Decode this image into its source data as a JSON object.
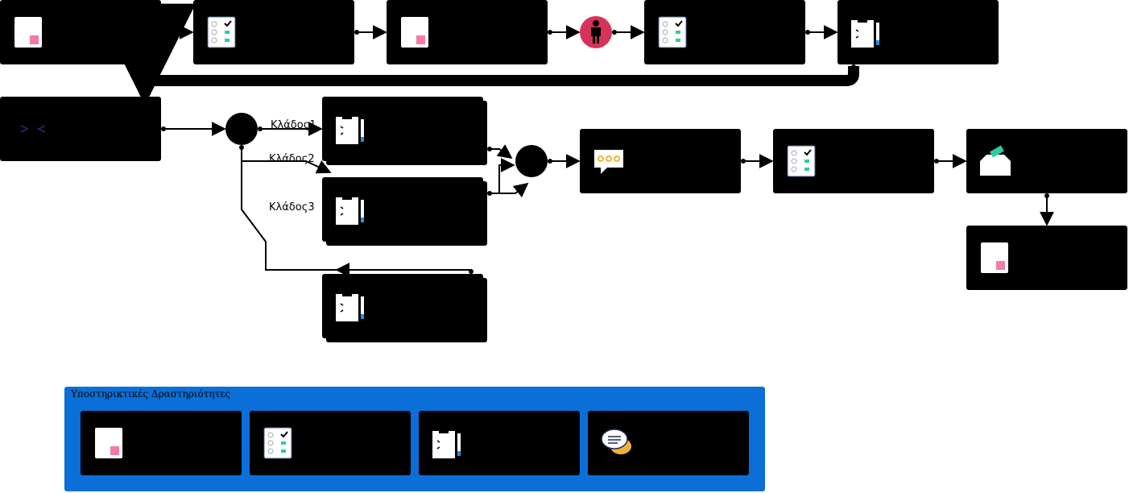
{
  "branches": {
    "branch1": "Κλάδος1",
    "branch2": "Κλάδος2",
    "branch3": "Κλάδος3"
  },
  "support_group": {
    "title": "Υποστηρικτικές Δραστηριότητες"
  },
  "colors": {
    "card": "#000000",
    "group_bg": "#0a6fd6",
    "event_red": "#d6335a",
    "accent_pink": "#f57aa6",
    "accent_green": "#2ecba1",
    "accent_yellow": "#f2b138"
  },
  "icons": {
    "document": "document-icon",
    "checklist": "checklist-icon",
    "clipboard": "clipboard-pencil-icon",
    "person": "person-icon",
    "chat": "chat-bubble-icon",
    "comments": "comments-icon",
    "ballot": "ballot-box-icon",
    "code": "code-brackets-icon"
  }
}
